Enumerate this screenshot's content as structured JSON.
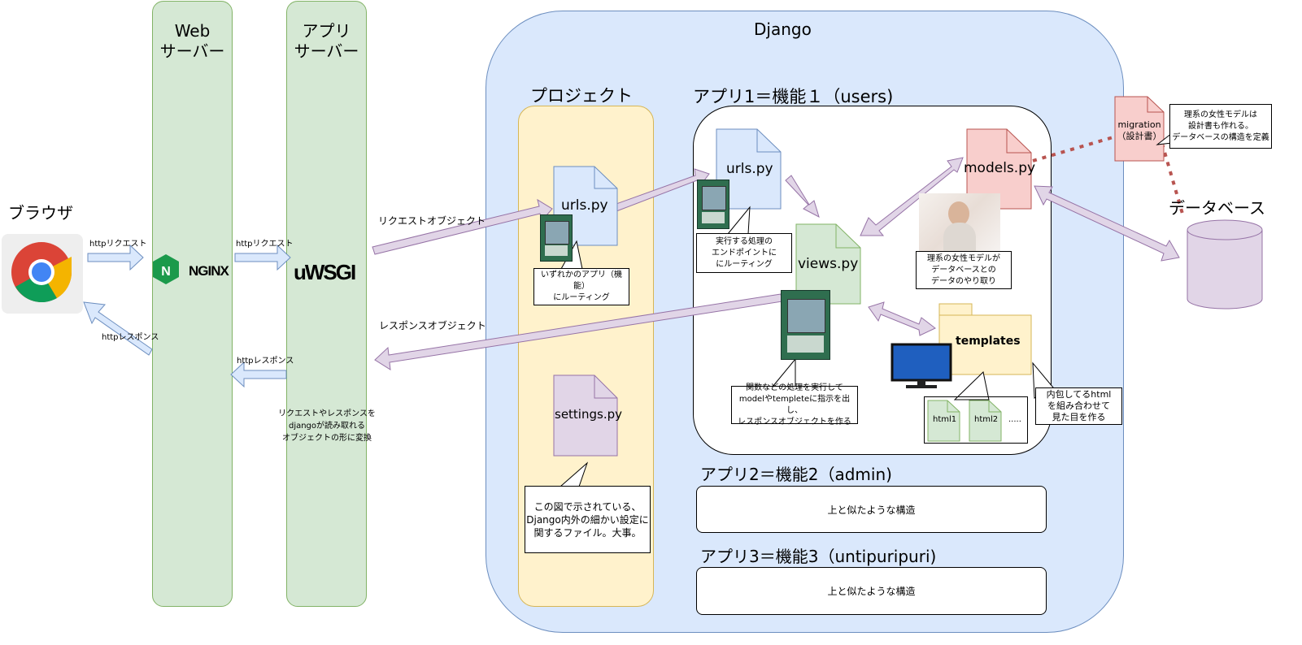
{
  "columns": {
    "web": "Web\nサーバー",
    "app": "アプリ\nサーバー"
  },
  "browser": {
    "title": "ブラウザ"
  },
  "logos": {
    "nginx": "NGINX",
    "uwsgi": "uWSGI"
  },
  "arrows": {
    "http_request_1": "httpリクエスト",
    "http_request_2": "httpリクエスト",
    "http_response_1": "httpレスポンス",
    "http_response_2": "httpレスポンス",
    "request_object": "リクエストオブジェクト",
    "response_object": "レスポンスオブジェクト"
  },
  "appserver_note": "リクエストやレスポンスを\ndjangoが読み取れる\nオブジェクトの形に変換",
  "django": {
    "title": "Django",
    "project": {
      "title": "プロジェクト",
      "urls_file": "urls.py",
      "urls_note": "いずれかのアプリ（機能）\nにルーティング",
      "settings_file": "settings.py",
      "settings_note": "この図で示されている、\nDjango内外の細かい設定に\n関するファイル。大事。"
    },
    "app1": {
      "title": "アプリ1＝機能１（users)",
      "urls_file": "urls.py",
      "urls_note": "実行する処理の\nエンドポイントに\nにルーティング",
      "views_file": "views.py",
      "views_note": "関数などの処理を実行して\nmodelやtempleteに指示を出し、\nレスポンスオブジェクトを作る",
      "models_file": "models.py",
      "models_note": "理系の女性モデルが\nデータベースとの\nデータのやり取り",
      "templates_folder": "templates",
      "templates_note": "内包してるhtml\nを組み合わせて\n見た目を作る",
      "html_files": [
        "html1",
        "html2",
        "....."
      ]
    },
    "app2": {
      "title": "アプリ2＝機能2（admin)",
      "body": "上と似たような構造"
    },
    "app3": {
      "title": "アプリ3＝機能3（untipuripuri)",
      "body": "上と似たような構造"
    }
  },
  "migration": {
    "file": "migration\n（設計書）",
    "note": "理系の女性モデルは\n設計書も作れる。\nデータベースの構造を定義"
  },
  "database": {
    "title": "データベース"
  },
  "colors": {
    "green_fill": "#d5e8d4",
    "blue_fill": "#dae8fc",
    "yellow_fill": "#fff2cc",
    "purple_fill": "#e1d5e7",
    "red_fill": "#f8cecc",
    "dotted_line": "#b85450"
  }
}
